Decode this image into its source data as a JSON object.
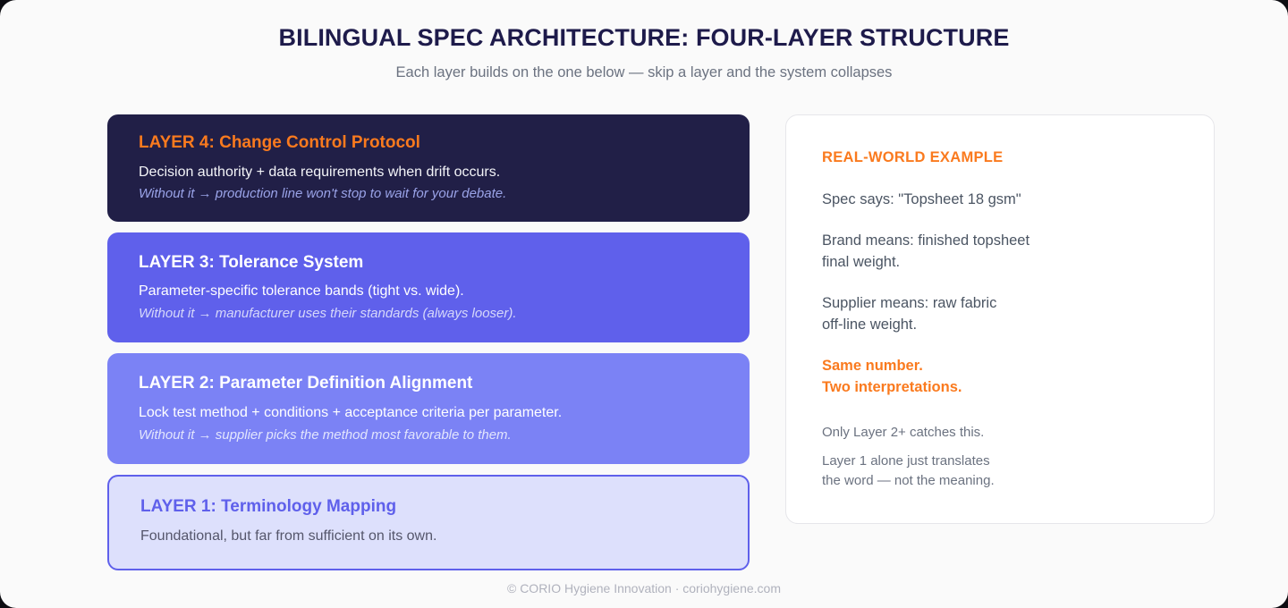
{
  "header": {
    "title": "BILINGUAL SPEC ARCHITECTURE: FOUR-LAYER STRUCTURE",
    "subtitle": "Each layer builds on the one below — skip a layer and the system collapses"
  },
  "colors": {
    "page_background": "#fafafa",
    "accent_orange": "#fa7a1e",
    "deep_navy": "#211f47",
    "indigo": "#5f60eb",
    "indigo_light": "#7b82f5",
    "lavender": "#dde0fc",
    "title_navy": "#1e1b4b"
  },
  "layers": [
    {
      "title": "LAYER 4: Change Control Protocol",
      "description": "Decision authority + data requirements when drift occurs.",
      "note": "Without it → production line won't stop to wait for your debate."
    },
    {
      "title": "LAYER 3: Tolerance System",
      "description": "Parameter-specific tolerance bands (tight vs. wide).",
      "note": "Without it → manufacturer uses their standards (always looser)."
    },
    {
      "title": "LAYER 2: Parameter Definition Alignment",
      "description": "Lock test method + conditions + acceptance criteria per parameter.",
      "note": "Without it → supplier picks the method most favorable to them."
    },
    {
      "title": "LAYER 1: Terminology Mapping",
      "description": "Foundational, but far from sufficient on its own.",
      "note": ""
    }
  ],
  "example": {
    "heading": "REAL-WORLD EXAMPLE",
    "spec_says": "Spec says: \"Topsheet 18 gsm\"",
    "brand_means_line1": "Brand means: finished topsheet",
    "brand_means_line2": "final weight.",
    "supplier_means_line1": "Supplier means: raw fabric",
    "supplier_means_line2": "off-line weight.",
    "emphasis_line1": "Same number.",
    "emphasis_line2": "Two interpretations.",
    "note_line1": "Only Layer 2+ catches this.",
    "note_line2": "Layer 1 alone just translates",
    "note_line3": "the word — not the meaning."
  },
  "footer": {
    "text": "© CORIO Hygiene Innovation · coriohygiene.com"
  }
}
